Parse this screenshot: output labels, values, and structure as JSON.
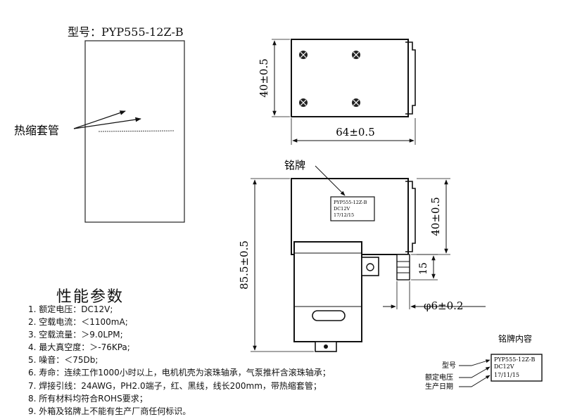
{
  "model_label": "型号：PYP555-12Z-B",
  "heat_shrink_label": "热缩套管",
  "top_view": {
    "height_dim": "40±0.5",
    "width_dim": "64±0.5"
  },
  "side_view": {
    "nameplate_callout": "铭牌",
    "overall_height_dim": "85.5±0.5",
    "body_height_dim": "40±0.5",
    "port_length_dim": "15",
    "port_diameter_dim": "φ6±0.2"
  },
  "nameplate": {
    "model": "PYP555-12Z-B",
    "voltage": "DC12V",
    "date": "17/12/15"
  },
  "nameplate_legend": {
    "title": "铭牌内容",
    "label_model": "型号",
    "label_voltage": "额定电压",
    "label_date": "生产日期",
    "model": "PYP555-12Z-B",
    "voltage": "DC12V",
    "date": "17/11/15"
  },
  "specs": {
    "title": "性能参数",
    "items": [
      "1. 额定电压：DC12V;",
      "2. 空载电流：＜1100mA;",
      "3. 空载流量：＞9.0LPM;",
      "4. 最大真空度：＞-76KPa;",
      "5. 噪音：＜75Db;",
      "6. 寿命：连续工作1000小时以上，电机机壳为滚珠轴承，气泵推杆含滚珠轴承；",
      "7. 焊接引线：24AWG，PH2.0端子，红、黑线，线长200mm，带热缩套管；",
      "8. 所有材料均符合ROHS要求；",
      "9. 外箱及铭牌上不能有生产厂商任何标识。"
    ]
  }
}
